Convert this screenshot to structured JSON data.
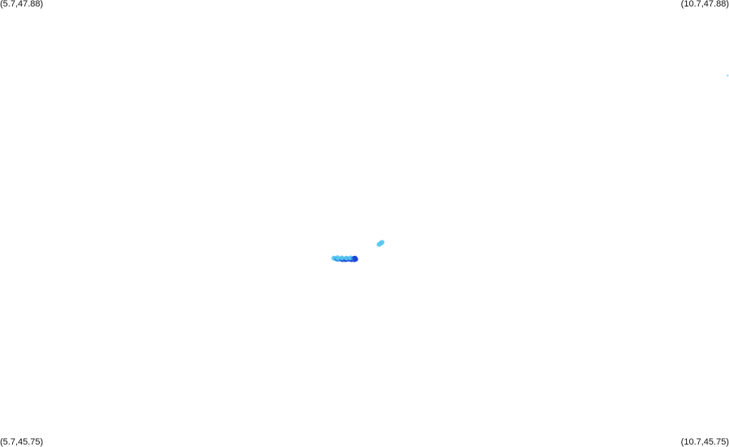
{
  "corners": {
    "top_left": "(5.7,47.88)",
    "top_right": "(10.7,47.88)",
    "bottom_left": "(5.7,45.75)",
    "bottom_right": "(10.7,45.75)"
  },
  "extent": {
    "lon_min": 5.7,
    "lon_max": 10.7,
    "lat_min": 45.75,
    "lat_max": 47.88
  },
  "colors": {
    "light": "#55c8f0",
    "medium": "#2f7fe0",
    "dark": "#1a3fd8",
    "faint": "#a8e2f7"
  },
  "points": [
    {
      "lon": 10.69,
      "lat": 47.52,
      "tone": "faint"
    },
    {
      "lon": 8.31,
      "lat": 46.72,
      "tone": "light"
    },
    {
      "lon": 8.32,
      "lat": 46.725,
      "tone": "light"
    },
    {
      "lon": 8.3,
      "lat": 46.715,
      "tone": "light"
    },
    {
      "lon": 7.99,
      "lat": 46.65,
      "tone": "light"
    },
    {
      "lon": 8.0,
      "lat": 46.648,
      "tone": "light"
    },
    {
      "lon": 8.01,
      "lat": 46.646,
      "tone": "medium"
    },
    {
      "lon": 8.02,
      "lat": 46.644,
      "tone": "medium"
    },
    {
      "lon": 8.03,
      "lat": 46.646,
      "tone": "light"
    },
    {
      "lon": 8.04,
      "lat": 46.645,
      "tone": "medium"
    },
    {
      "lon": 8.05,
      "lat": 46.643,
      "tone": "dark"
    },
    {
      "lon": 8.06,
      "lat": 46.645,
      "tone": "medium"
    },
    {
      "lon": 8.07,
      "lat": 46.643,
      "tone": "dark"
    },
    {
      "lon": 8.08,
      "lat": 46.644,
      "tone": "dark"
    },
    {
      "lon": 8.09,
      "lat": 46.646,
      "tone": "dark"
    },
    {
      "lon": 8.1,
      "lat": 46.644,
      "tone": "medium"
    },
    {
      "lon": 8.11,
      "lat": 46.643,
      "tone": "dark"
    },
    {
      "lon": 8.12,
      "lat": 46.645,
      "tone": "dark"
    },
    {
      "lon": 8.13,
      "lat": 46.642,
      "tone": "dark"
    },
    {
      "lon": 8.14,
      "lat": 46.645,
      "tone": "dark"
    },
    {
      "lon": 8.045,
      "lat": 46.651,
      "tone": "light"
    },
    {
      "lon": 8.075,
      "lat": 46.65,
      "tone": "light"
    },
    {
      "lon": 8.105,
      "lat": 46.651,
      "tone": "light"
    },
    {
      "lon": 8.125,
      "lat": 46.649,
      "tone": "medium"
    },
    {
      "lon": 8.135,
      "lat": 46.65,
      "tone": "dark"
    },
    {
      "lon": 8.015,
      "lat": 46.652,
      "tone": "light"
    }
  ]
}
